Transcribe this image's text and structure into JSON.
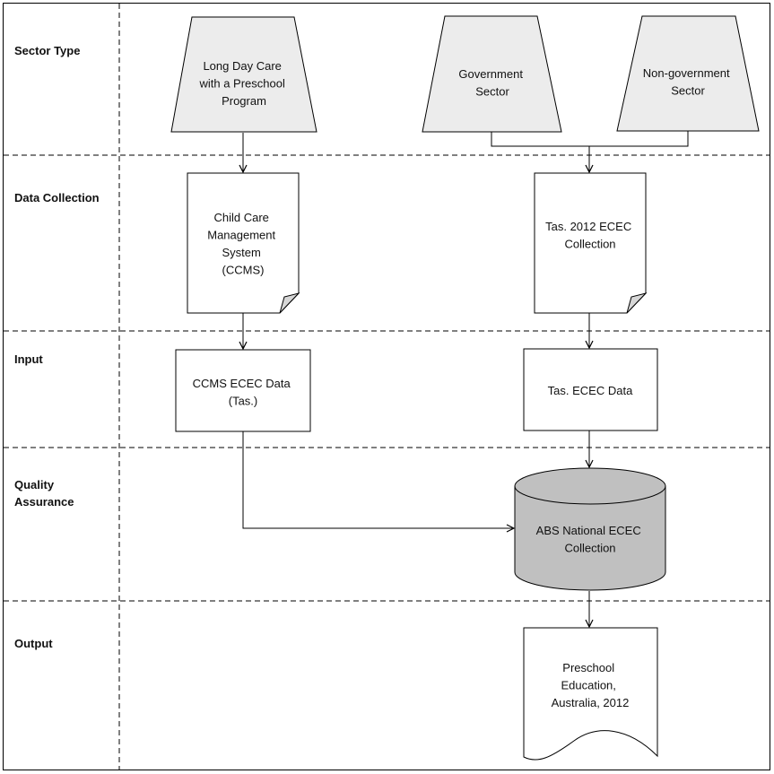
{
  "colors": {
    "trapezoid_fill": "#ececec",
    "cylinder_fill": "#c0c0c0",
    "line": "#000000"
  },
  "lanes": [
    {
      "label_lines": [
        "Sector Type"
      ]
    },
    {
      "label_lines": [
        "Data Collection"
      ]
    },
    {
      "label_lines": [
        "Input"
      ]
    },
    {
      "label_lines": [
        "Quality",
        "Assurance"
      ]
    },
    {
      "label_lines": [
        "Output"
      ]
    }
  ],
  "nodes": {
    "long_day_care": {
      "shape": "manual-operation",
      "lines": [
        "Long Day Care",
        "with a Preschool",
        "Program"
      ]
    },
    "government": {
      "shape": "manual-operation",
      "lines": [
        "Government",
        "Sector"
      ]
    },
    "non_government": {
      "shape": "manual-operation",
      "lines": [
        "Non-government",
        "Sector"
      ]
    },
    "ccms": {
      "shape": "document-folded",
      "lines": [
        "Child Care",
        "Management",
        "System",
        "(CCMS)"
      ]
    },
    "tas_2012_collection": {
      "shape": "document-folded",
      "lines": [
        "Tas. 2012 ECEC",
        "Collection"
      ]
    },
    "ccms_ecec_data": {
      "shape": "process",
      "lines": [
        "CCMS ECEC Data",
        "(Tas.)"
      ]
    },
    "tas_ecec_data": {
      "shape": "process",
      "lines": [
        "Tas. ECEC Data"
      ]
    },
    "abs_national": {
      "shape": "database",
      "lines": [
        "ABS National ECEC",
        "Collection"
      ]
    },
    "preschool_education": {
      "shape": "document",
      "lines": [
        "Preschool",
        "Education,",
        "Australia, 2012"
      ]
    }
  },
  "edges": [
    [
      "long_day_care",
      "ccms"
    ],
    [
      "government",
      "tas_2012_collection"
    ],
    [
      "non_government",
      "tas_2012_collection"
    ],
    [
      "ccms",
      "ccms_ecec_data"
    ],
    [
      "tas_2012_collection",
      "tas_ecec_data"
    ],
    [
      "ccms_ecec_data",
      "abs_national"
    ],
    [
      "tas_ecec_data",
      "abs_national"
    ],
    [
      "abs_national",
      "preschool_education"
    ]
  ]
}
